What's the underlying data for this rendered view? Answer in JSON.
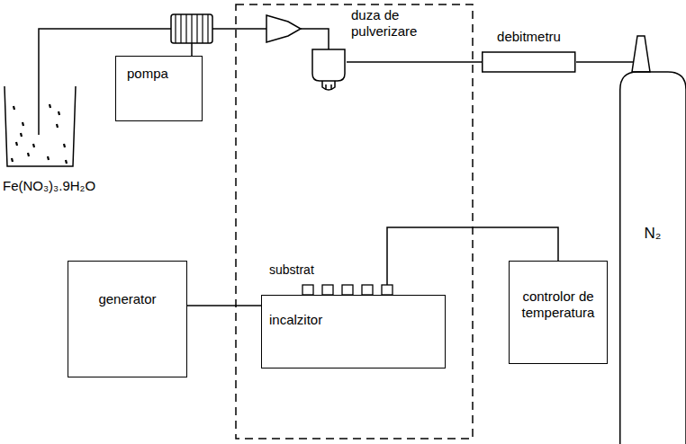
{
  "diagram": {
    "nodes": [
      {
        "text": [
          "Fe(NO₃)₃.9H₂O"
        ]
      },
      {
        "text": [
          "pompa"
        ]
      },
      {
        "text": [
          "duza de pulverizare"
        ]
      },
      {
        "text": [
          "debitmetru"
        ]
      },
      {
        "text": [
          "N₂"
        ]
      },
      {
        "text": [
          "generator"
        ]
      },
      {
        "text": [
          "incalzitor"
        ]
      },
      {
        "text": [
          "controlor de temperatura"
        ]
      }
    ],
    "edges": [
      {
        "from": 0,
        "to": 1,
        "arrow": "none"
      },
      {
        "from": 1,
        "to": 2,
        "arrow": "none"
      },
      {
        "from": 2,
        "to": 3,
        "arrow": "none"
      },
      {
        "from": 3,
        "to": 4,
        "arrow": "none"
      },
      {
        "from": 5,
        "to": 6,
        "arrow": "none"
      },
      {
        "from": 7,
        "to": 6,
        "arrow": "none"
      }
    ],
    "labels": [
      "substrat"
    ]
  }
}
